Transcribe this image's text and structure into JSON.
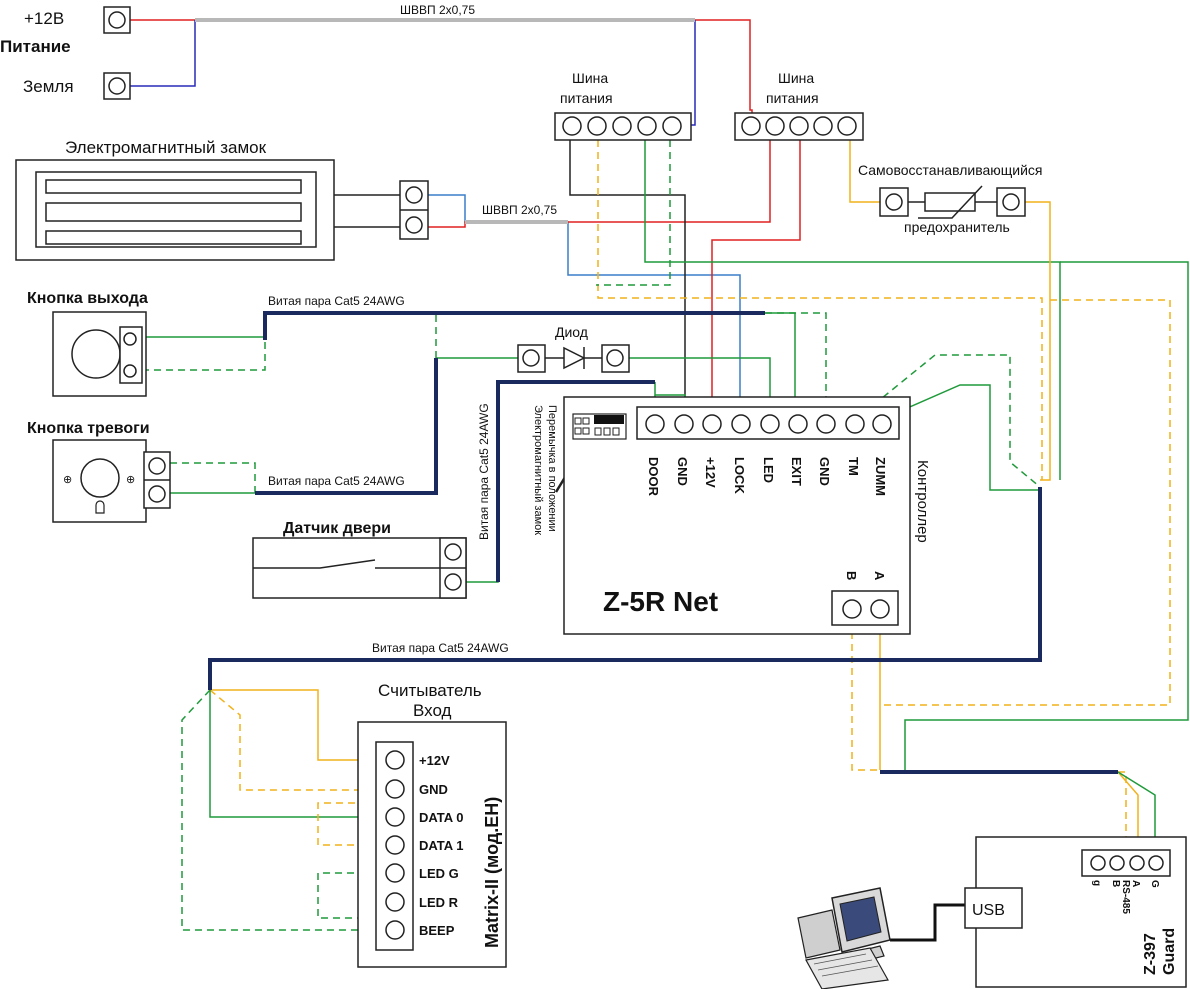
{
  "power": {
    "plus12v": "+12В",
    "title": "Питание",
    "ground": "Земля",
    "cable": "ШВВП 2x0,75"
  },
  "bus_left": {
    "title": "Шина",
    "title2": "питания"
  },
  "bus_right": {
    "title": "Шина",
    "title2": "питания"
  },
  "lock": {
    "title": "Электромагнитный замок",
    "cable": "ШВВП 2x0,75"
  },
  "fuse": {
    "title": "Самовосстанавливающийся",
    "title2": "предохранитель"
  },
  "exit_button": {
    "title": "Кнопка выхода",
    "cable": "Витая пара Cat5 24AWG"
  },
  "alarm_button": {
    "title": "Кнопка тревоги",
    "cable": "Витая пара Cat5 24AWG"
  },
  "diode": {
    "title": "Диод"
  },
  "door_sensor": {
    "title": "Датчик двери",
    "cable": "Витая пара Cat5 24AWG"
  },
  "jumper": {
    "line1": "Перемычка в положении",
    "line2": "Электромагнитный замок"
  },
  "controller": {
    "title": "Z-5R Net",
    "side_label": "Контроллер",
    "terminals": [
      "DOOR",
      "GND",
      "+12V",
      "LOCK",
      "LED",
      "EXIT",
      "GND",
      "TM",
      "ZUMM"
    ],
    "rs485": [
      "B",
      "A"
    ]
  },
  "main_cable": "Витая пара Cat5 24AWG",
  "reader": {
    "title": "Считыватель",
    "title2": "Вход",
    "model": "Matrix-II (мод.EH)",
    "pins": [
      "+12V",
      "GND",
      "DATA 0",
      "DATA 1",
      "LED G",
      "LED R",
      "BEEP"
    ]
  },
  "guard": {
    "model": "Z-397",
    "model2": "Guard",
    "usb": "USB",
    "pins": [
      "g",
      "B",
      "A",
      "G"
    ],
    "rs485": "RS-485"
  },
  "colors": {
    "red": "#e02020",
    "blue": "#2a2ab8",
    "green": "#1f9a3a",
    "yellow": "#f2b21c",
    "navy": "#1a2a5e",
    "gray": "#b8b8b8",
    "lightblue": "#3a7fc8"
  }
}
